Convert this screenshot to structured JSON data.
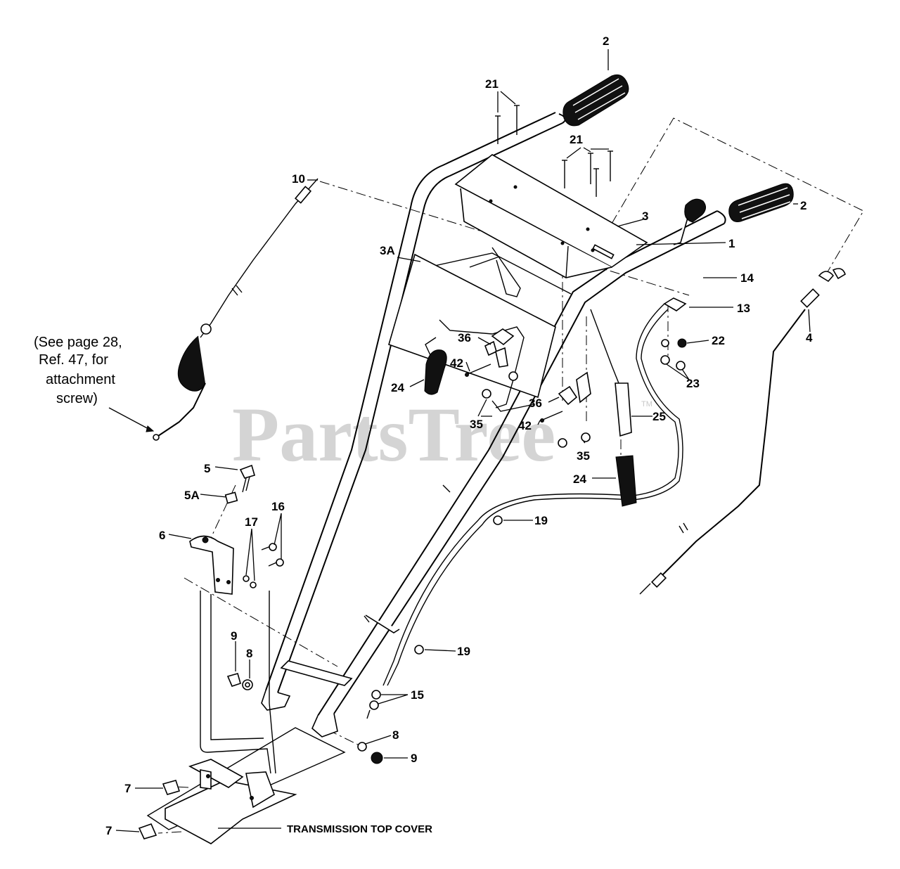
{
  "watermark": {
    "text": "PartsTree",
    "trademark": "TM"
  },
  "note": {
    "lines": [
      "(See page 28,",
      "Ref. 47, for",
      "attachment",
      "screw)"
    ]
  },
  "caption": "TRANSMISSION TOP COVER",
  "callouts": [
    {
      "id": "c2a",
      "text": "2"
    },
    {
      "id": "c21a",
      "text": "21"
    },
    {
      "id": "c21b",
      "text": "21"
    },
    {
      "id": "c2b",
      "text": "2"
    },
    {
      "id": "c10",
      "text": "10"
    },
    {
      "id": "c3",
      "text": "3"
    },
    {
      "id": "c1",
      "text": "1"
    },
    {
      "id": "c3a",
      "text": "3A"
    },
    {
      "id": "c14",
      "text": "14"
    },
    {
      "id": "c13",
      "text": "13"
    },
    {
      "id": "c22",
      "text": "22"
    },
    {
      "id": "c4",
      "text": "4"
    },
    {
      "id": "c23",
      "text": "23"
    },
    {
      "id": "c36a",
      "text": "36"
    },
    {
      "id": "c42a",
      "text": "42"
    },
    {
      "id": "c24a",
      "text": "24"
    },
    {
      "id": "c35a",
      "text": "35"
    },
    {
      "id": "c36b",
      "text": "36"
    },
    {
      "id": "c42b",
      "text": "42"
    },
    {
      "id": "c25",
      "text": "25"
    },
    {
      "id": "c35b",
      "text": "35"
    },
    {
      "id": "c24b",
      "text": "24"
    },
    {
      "id": "c5",
      "text": "5"
    },
    {
      "id": "c5a",
      "text": "5A"
    },
    {
      "id": "c16",
      "text": "16"
    },
    {
      "id": "c17",
      "text": "17"
    },
    {
      "id": "c6",
      "text": "6"
    },
    {
      "id": "c19a",
      "text": "19"
    },
    {
      "id": "c9a",
      "text": "9"
    },
    {
      "id": "c8a",
      "text": "8"
    },
    {
      "id": "c19b",
      "text": "19"
    },
    {
      "id": "c15",
      "text": "15"
    },
    {
      "id": "c8b",
      "text": "8"
    },
    {
      "id": "c9b",
      "text": "9"
    },
    {
      "id": "c7a",
      "text": "7"
    },
    {
      "id": "c7b",
      "text": "7"
    }
  ]
}
